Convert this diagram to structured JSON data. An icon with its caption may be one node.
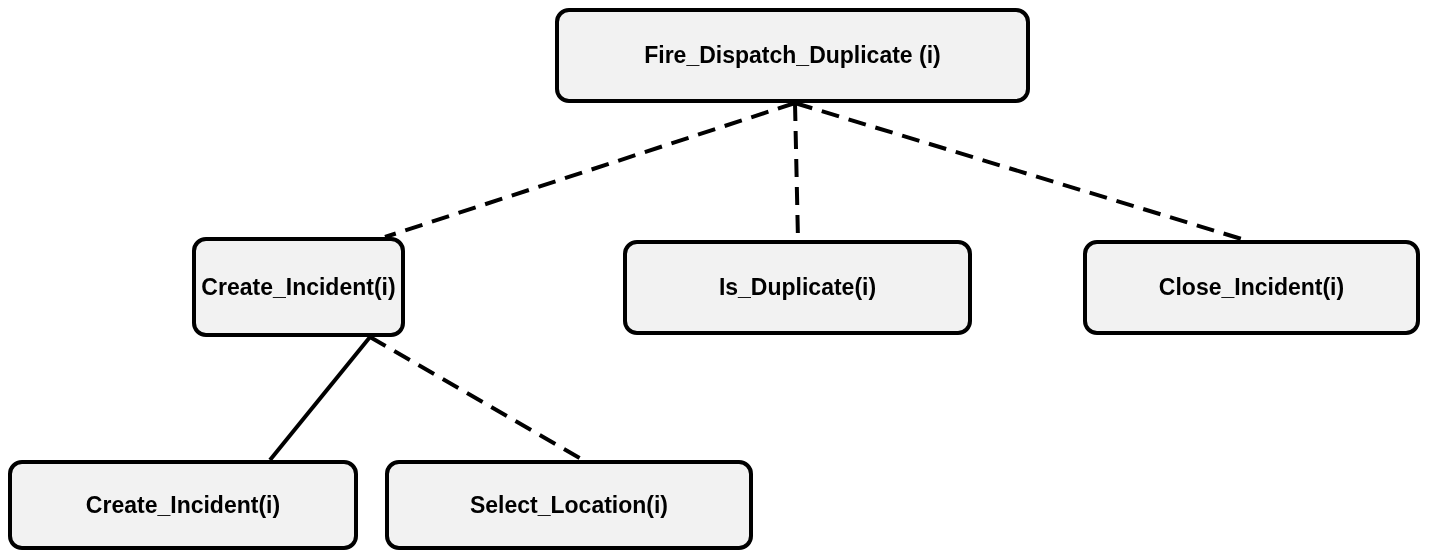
{
  "diagram": {
    "nodes": [
      {
        "text": [
          "Fire_Dispatch_Duplicate (i)"
        ]
      },
      {
        "text": [
          "Create_Incident(i)"
        ]
      },
      {
        "text": [
          "Is_Duplicate(i)"
        ]
      },
      {
        "text": [
          "Close_Incident(i)"
        ]
      },
      {
        "text": [
          "Create_Incident(i)"
        ]
      },
      {
        "text": [
          "Select_Location(i)"
        ]
      }
    ],
    "edges": [
      {
        "from": 0,
        "to": 1,
        "arrow": "none",
        "style": "dashed"
      },
      {
        "from": 0,
        "to": 2,
        "arrow": "none",
        "style": "dashed"
      },
      {
        "from": 0,
        "to": 3,
        "arrow": "none",
        "style": "dashed"
      },
      {
        "from": 1,
        "to": 4,
        "arrow": "none"
      },
      {
        "from": 1,
        "to": 5,
        "arrow": "none",
        "style": "dashed"
      }
    ]
  }
}
